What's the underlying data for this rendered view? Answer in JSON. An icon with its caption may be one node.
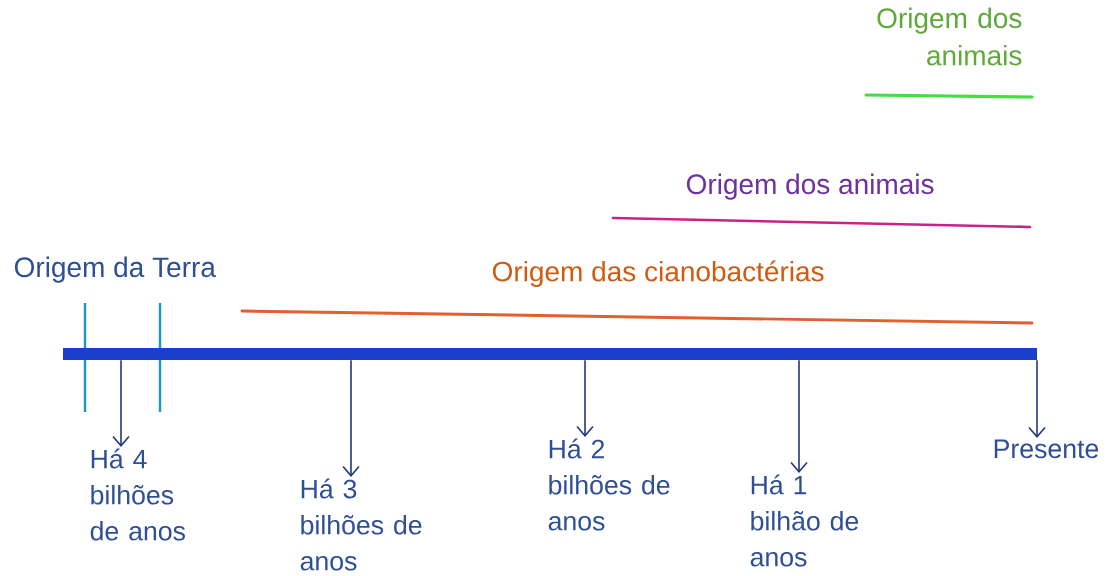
{
  "diagram": {
    "nodes": [
      {
        "text": [],
        "shape": "bar"
      },
      {
        "text": [
          "Há 4 bilhões de anos"
        ]
      },
      {
        "text": [
          "Há 3 bilhões de anos"
        ]
      },
      {
        "text": [
          "Há 2 bilhões de anos"
        ]
      },
      {
        "text": [
          "Há 1 bilhão de anos"
        ]
      },
      {
        "text": [
          "Presente"
        ]
      }
    ],
    "edges": [
      {
        "from": 0,
        "to": 1,
        "arrow": "to"
      },
      {
        "from": 0,
        "to": 2,
        "arrow": "to"
      },
      {
        "from": 0,
        "to": 3,
        "arrow": "to"
      },
      {
        "from": 0,
        "to": 4,
        "arrow": "to"
      },
      {
        "from": 0,
        "to": 5,
        "arrow": "to"
      }
    ],
    "labels": [
      "Origem dos animais",
      "Origem dos animais",
      "Origem da Terra",
      "Origem das cianobactérias"
    ]
  }
}
